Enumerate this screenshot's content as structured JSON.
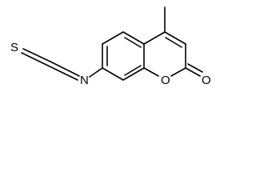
{
  "structure": {
    "atoms": [
      {
        "id": "S",
        "label": "S"
      },
      {
        "id": "N",
        "label": "N"
      },
      {
        "id": "O_ring",
        "label": "O"
      },
      {
        "id": "O_carbonyl",
        "label": "O"
      }
    ],
    "colors": {
      "bond": "#000000",
      "label": "#000000",
      "background": "#ffffff"
    }
  }
}
